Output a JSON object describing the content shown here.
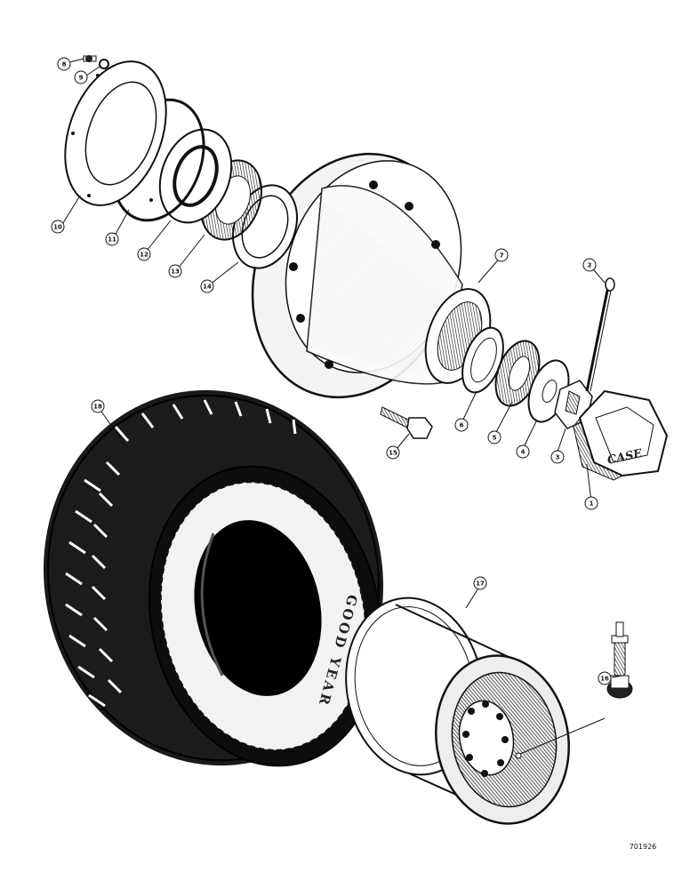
{
  "diagram": {
    "figure_id": "701926",
    "cap_logo": "CASE",
    "tire_brand": "GOOD YEAR",
    "callouts": [
      {
        "label": "1"
      },
      {
        "label": "2"
      },
      {
        "label": "3"
      },
      {
        "label": "4"
      },
      {
        "label": "5"
      },
      {
        "label": "6"
      },
      {
        "label": "7"
      },
      {
        "label": "8"
      },
      {
        "label": "9"
      },
      {
        "label": "10"
      },
      {
        "label": "11"
      },
      {
        "label": "12"
      },
      {
        "label": "13"
      },
      {
        "label": "14"
      },
      {
        "label": "15"
      },
      {
        "label": "16"
      },
      {
        "label": "17"
      },
      {
        "label": "18"
      }
    ]
  }
}
